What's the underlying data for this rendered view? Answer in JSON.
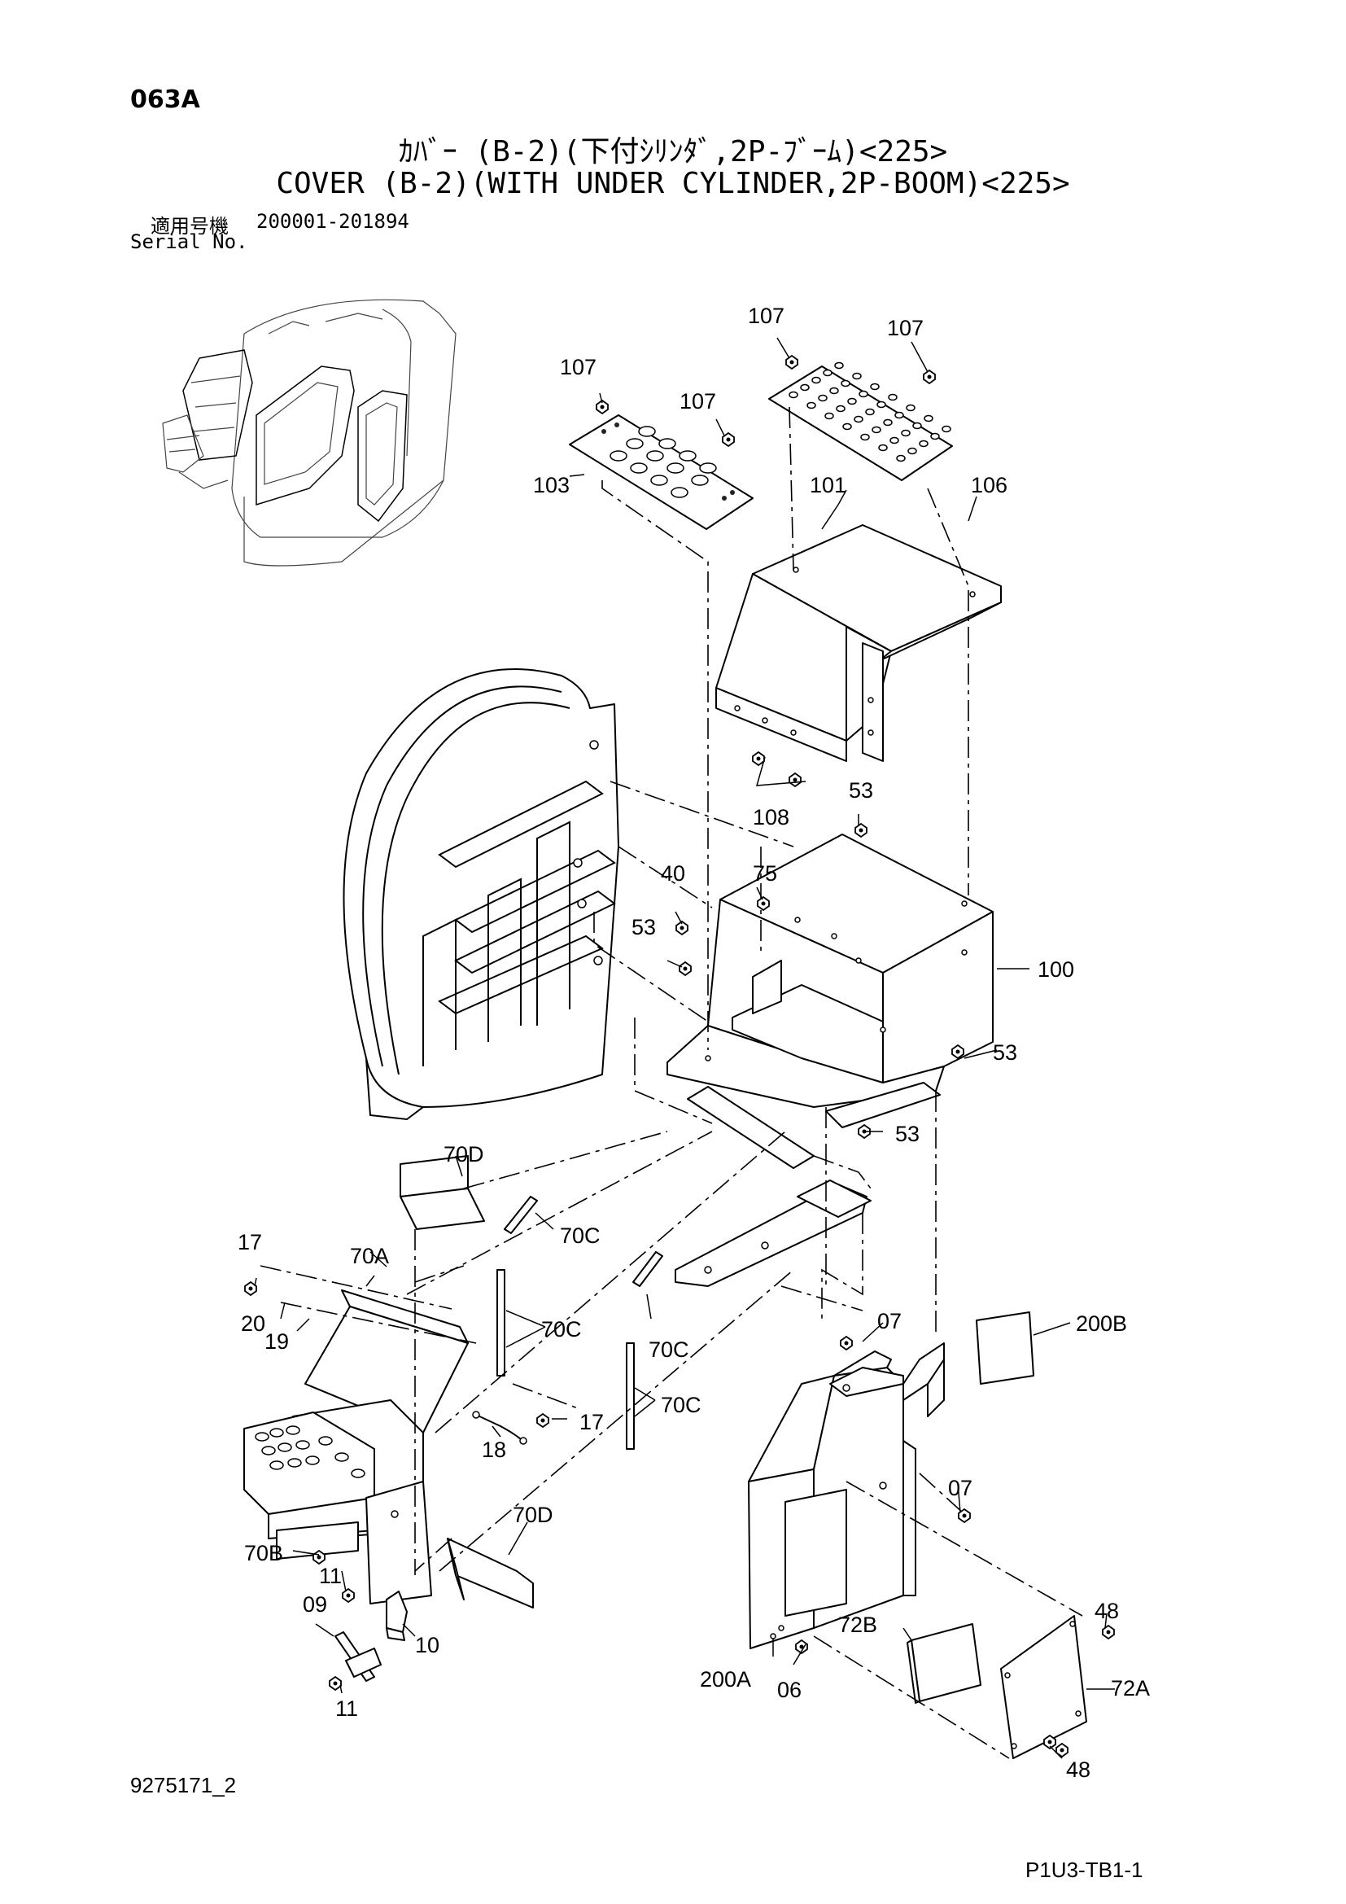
{
  "header": {
    "page_code": "063A",
    "title_jp": "ｶﾊﾞｰ (B-2)(下付ｼﾘﾝﾀﾞ,2P-ﾌﾞｰﾑ)<225>",
    "title_en": "COVER (B-2)(WITH UNDER CYLINDER,2P-BOOM)<225>",
    "serial_label_jp": "適用号機",
    "serial_label_en": "Serial No.",
    "serial_range": "200001-201894"
  },
  "footer": {
    "document_number": "9275171_2",
    "page_reference": "P1U3-TB1-1"
  },
  "callouts": {
    "c107a": "107",
    "c107b": "107",
    "c107c": "107",
    "c107d": "107",
    "c103": "103",
    "c101": "101",
    "c106": "106",
    "c108": "108",
    "c53a": "53",
    "c40": "40",
    "c75": "75",
    "c53b": "53",
    "c100": "100",
    "c53c": "53",
    "c53d": "53",
    "c70D_top": "70D",
    "c70C_a": "70C",
    "c17a": "17",
    "c70A": "70A",
    "c20": "20",
    "c19": "19",
    "c70C_b": "70C",
    "c70C_c": "70C",
    "c70C_d": "70C",
    "c17b": "17",
    "c18": "18",
    "c07a": "07",
    "c200B": "200B",
    "c07b": "07",
    "c70B": "70B",
    "c11a": "11",
    "c09": "09",
    "c10": "10",
    "c11b": "11",
    "c70D_bot": "70D",
    "c48a": "48",
    "c72B": "72B",
    "c72A": "72A",
    "c200A": "200A",
    "c06": "06",
    "c48b": "48"
  }
}
